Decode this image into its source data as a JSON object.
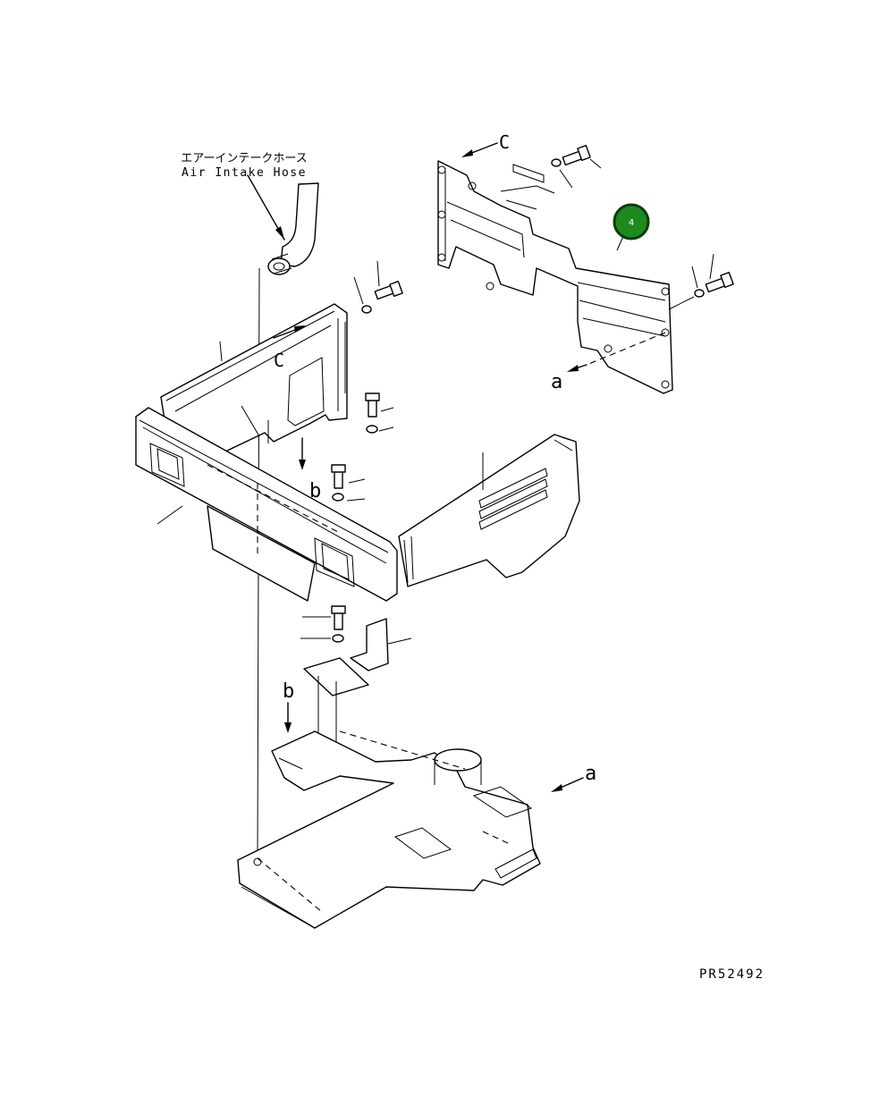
{
  "labels": {
    "hose_jp": "エアーインテークホース",
    "hose_en": "Air Intake Hose",
    "ref_c_top": "C",
    "ref_c_mid": "C",
    "ref_a_cover": "a",
    "ref_b_mid": "b",
    "ref_b_low": "b",
    "ref_a_low": "a",
    "drawing_no": "PR52492"
  },
  "callout": {
    "number": "4",
    "fill": "#1e8a1e",
    "stroke": "#0a3d0a"
  }
}
